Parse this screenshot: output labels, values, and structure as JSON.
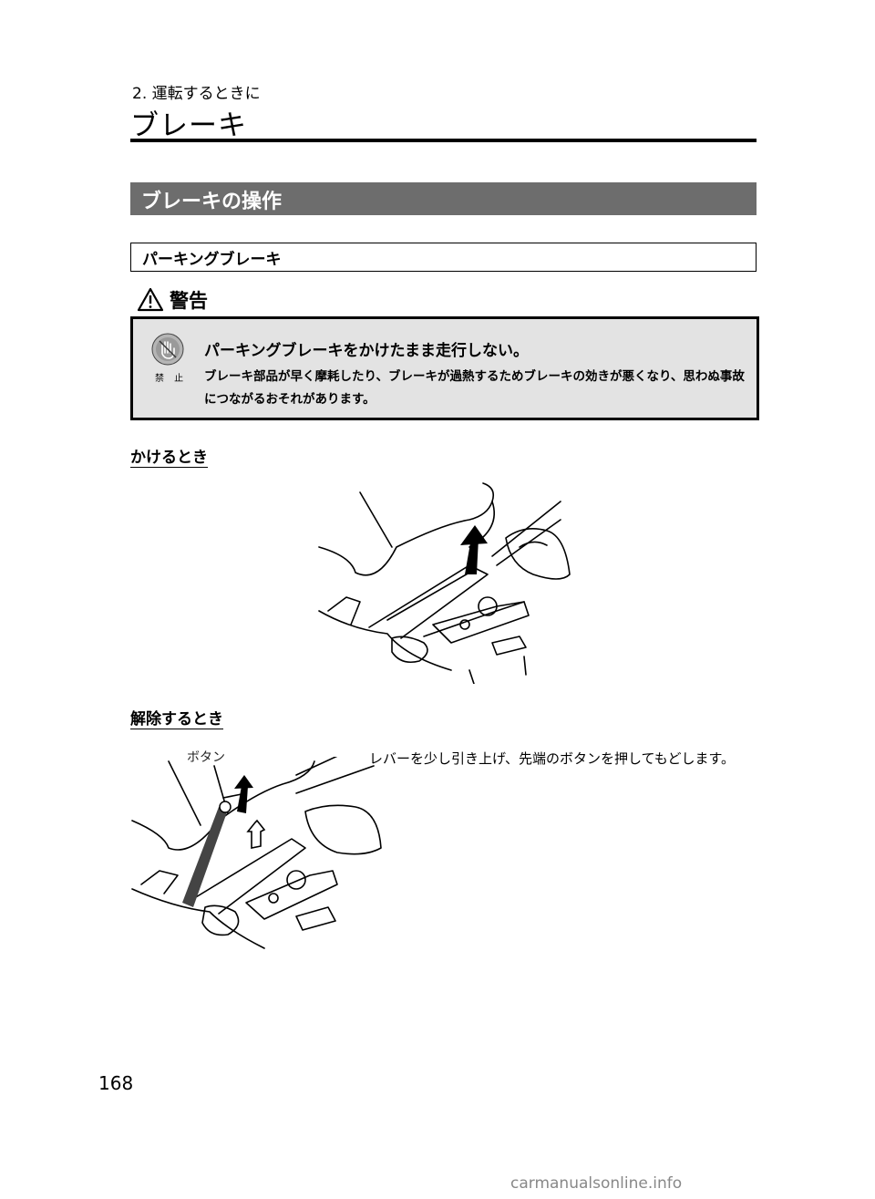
{
  "header": {
    "chapter": "2. 運転するときに",
    "title": "ブレーキ"
  },
  "section": {
    "title": "ブレーキの操作"
  },
  "subsection": {
    "title": "パーキングブレーキ"
  },
  "warning": {
    "title": "警告",
    "symbol_label": "禁 止",
    "icon": "prohibited-hand-icon",
    "heading": "パーキングブレーキをかけたまま走行しない。",
    "body": "ブレーキ部品が早く摩耗したり、ブレーキが過熱するためブレーキの効きが悪くなり、思わぬ事故につながるおそれがあります。"
  },
  "apply": {
    "heading": "かけるとき"
  },
  "release": {
    "heading": "解除するとき",
    "button_label": "ボタン",
    "text": "レバーを少し引き上げ、先端のボタンを押してもどします。"
  },
  "footer": {
    "page_number": "168",
    "watermark": "carmanualsonline.info"
  }
}
